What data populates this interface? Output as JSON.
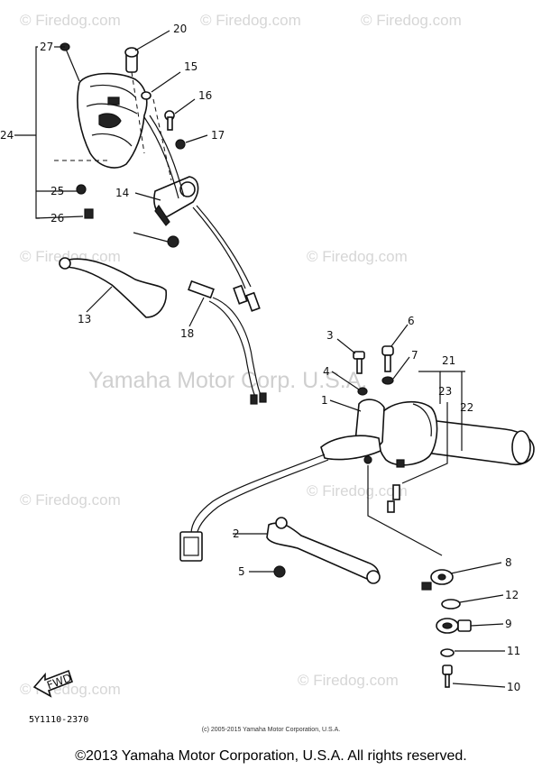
{
  "watermark": {
    "site": "© Firedog.com",
    "center": "Yamaha Motor Corp. U.S.A."
  },
  "part_labels": [
    "1",
    "2",
    "3",
    "4",
    "5",
    "6",
    "7",
    "8",
    "9",
    "10",
    "11",
    "12",
    "13",
    "14",
    "15",
    "16",
    "17",
    "18",
    "20",
    "21",
    "22",
    "23",
    "24",
    "25",
    "26",
    "27"
  ],
  "arrow_label": "FWD",
  "diagram_code": "5Y1110-2370",
  "small_copyright": "(c) 2005-2015 Yamaha Motor Corporation, U.S.A.",
  "copyright": "©2013 Yamaha Motor Corporation, U.S.A. All rights reserved."
}
